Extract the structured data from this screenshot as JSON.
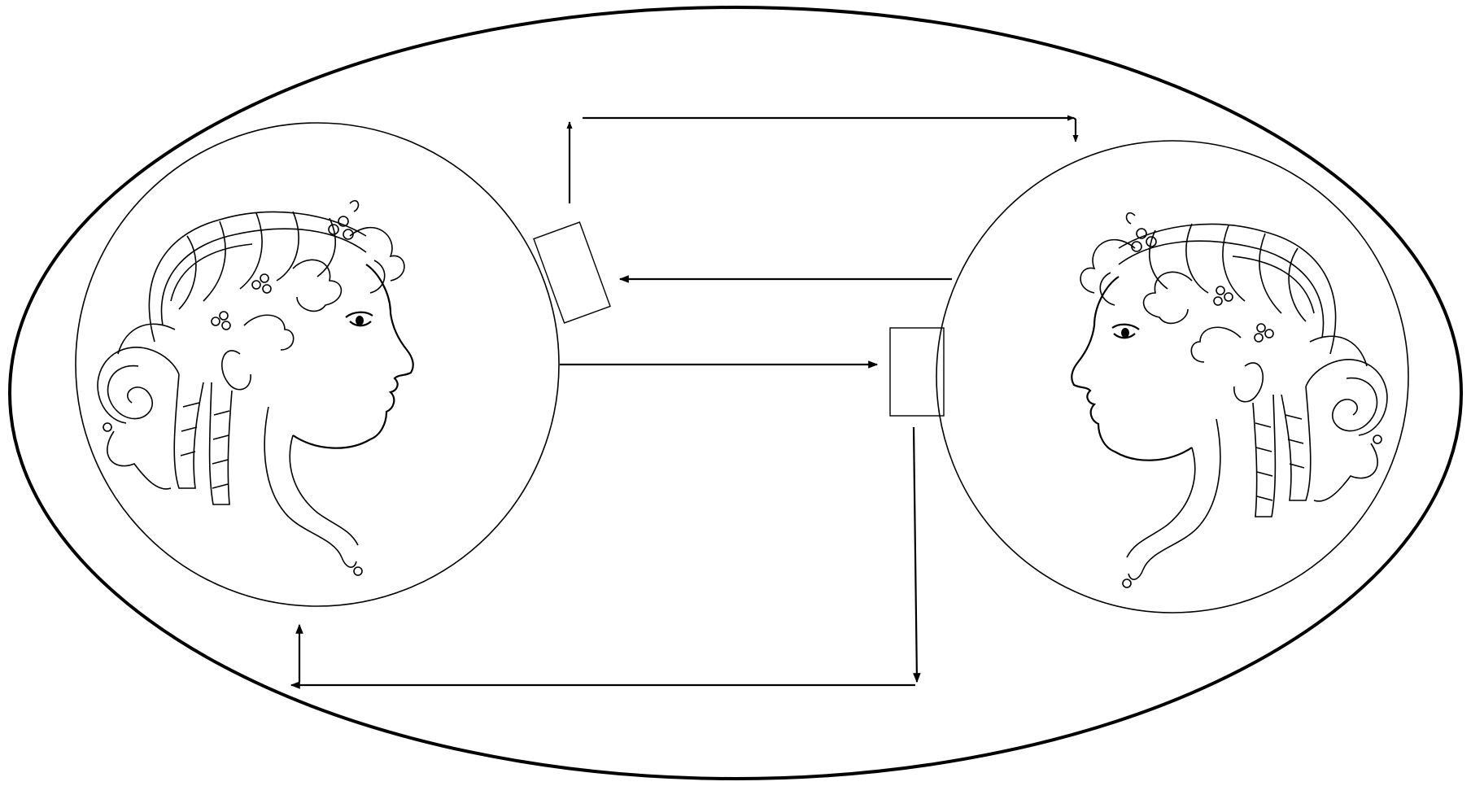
{
  "diagram": {
    "type": "communication-loop",
    "participants": [
      {
        "id": "left",
        "facing": "right",
        "icon": "classical-profile-head-icon"
      },
      {
        "id": "right",
        "facing": "left",
        "icon": "classical-profile-head-icon"
      }
    ],
    "boxes": [
      {
        "id": "left-box",
        "label": ""
      },
      {
        "id": "right-box",
        "label": ""
      }
    ],
    "connectors": [
      {
        "id": "top-loop",
        "from": "left-box",
        "to": "right-head",
        "direction": "right"
      },
      {
        "id": "return-arrow",
        "from": "right-head",
        "to": "left-box",
        "direction": "left"
      },
      {
        "id": "middle-arrow",
        "from": "left-head",
        "to": "right-box",
        "direction": "right"
      },
      {
        "id": "bottom-loop",
        "from": "right-box",
        "to": "left-head",
        "direction": "left"
      }
    ],
    "colors": {
      "ink": "#000000",
      "background": "#ffffff"
    }
  }
}
